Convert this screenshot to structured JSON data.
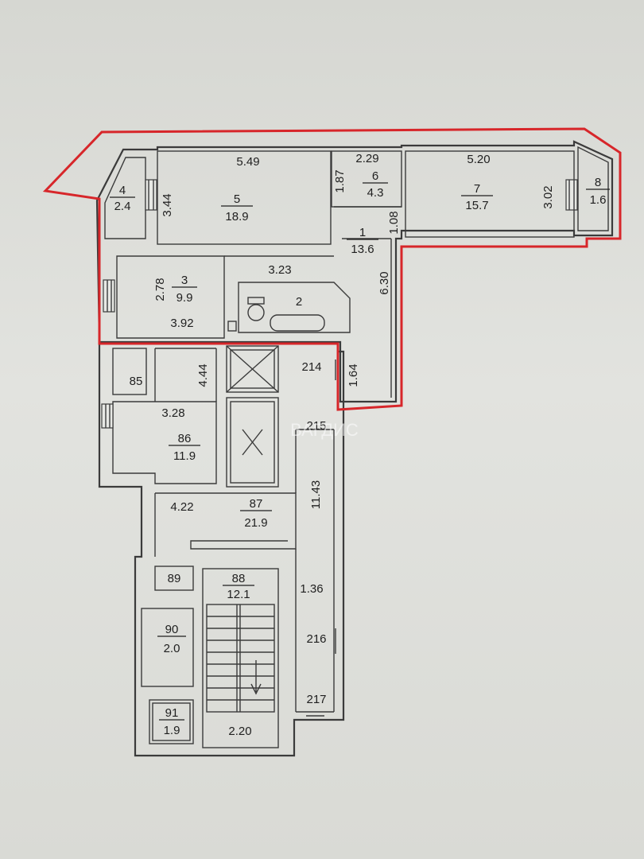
{
  "plan": {
    "highlight_color": "#d7262a",
    "watermark": "ВАГДИС",
    "rooms": [
      {
        "id": "room-1",
        "number": "1",
        "area": "13.6"
      },
      {
        "id": "room-2",
        "number": "2",
        "area": ""
      },
      {
        "id": "room-3",
        "number": "3",
        "area": "9.9"
      },
      {
        "id": "room-4",
        "number": "4",
        "area": "2.4"
      },
      {
        "id": "room-5",
        "number": "5",
        "area": "18.9"
      },
      {
        "id": "room-6",
        "number": "6",
        "area": "4.3"
      },
      {
        "id": "room-7",
        "number": "7",
        "area": "15.7"
      },
      {
        "id": "room-8",
        "number": "8",
        "area": "1.6"
      },
      {
        "id": "room-85",
        "number": "85",
        "area": ""
      },
      {
        "id": "room-86",
        "number": "86",
        "area": "11.9"
      },
      {
        "id": "room-87",
        "number": "87",
        "area": "21.9"
      },
      {
        "id": "room-88",
        "number": "88",
        "area": "12.1"
      },
      {
        "id": "room-89",
        "number": "89",
        "area": ""
      },
      {
        "id": "room-90",
        "number": "90",
        "area": "2.0"
      },
      {
        "id": "room-91",
        "number": "91",
        "area": "1.9"
      }
    ],
    "dimensions": {
      "d549": "5.49",
      "d344": "3.44",
      "d229": "2.29",
      "d187": "1.87",
      "d108": "1.08",
      "d520": "5.20",
      "d302": "3.02",
      "d323": "3.23",
      "d278": "2.78",
      "d392": "3.92",
      "d630": "6.30",
      "d164": "1.64",
      "d444": "4.44",
      "d328": "3.28",
      "d422": "4.22",
      "d1143": "11.43",
      "d136": "1.36",
      "d220": "2.20"
    },
    "openings": {
      "o214": "214",
      "o215": "215",
      "o216": "216",
      "o217": "217"
    }
  }
}
